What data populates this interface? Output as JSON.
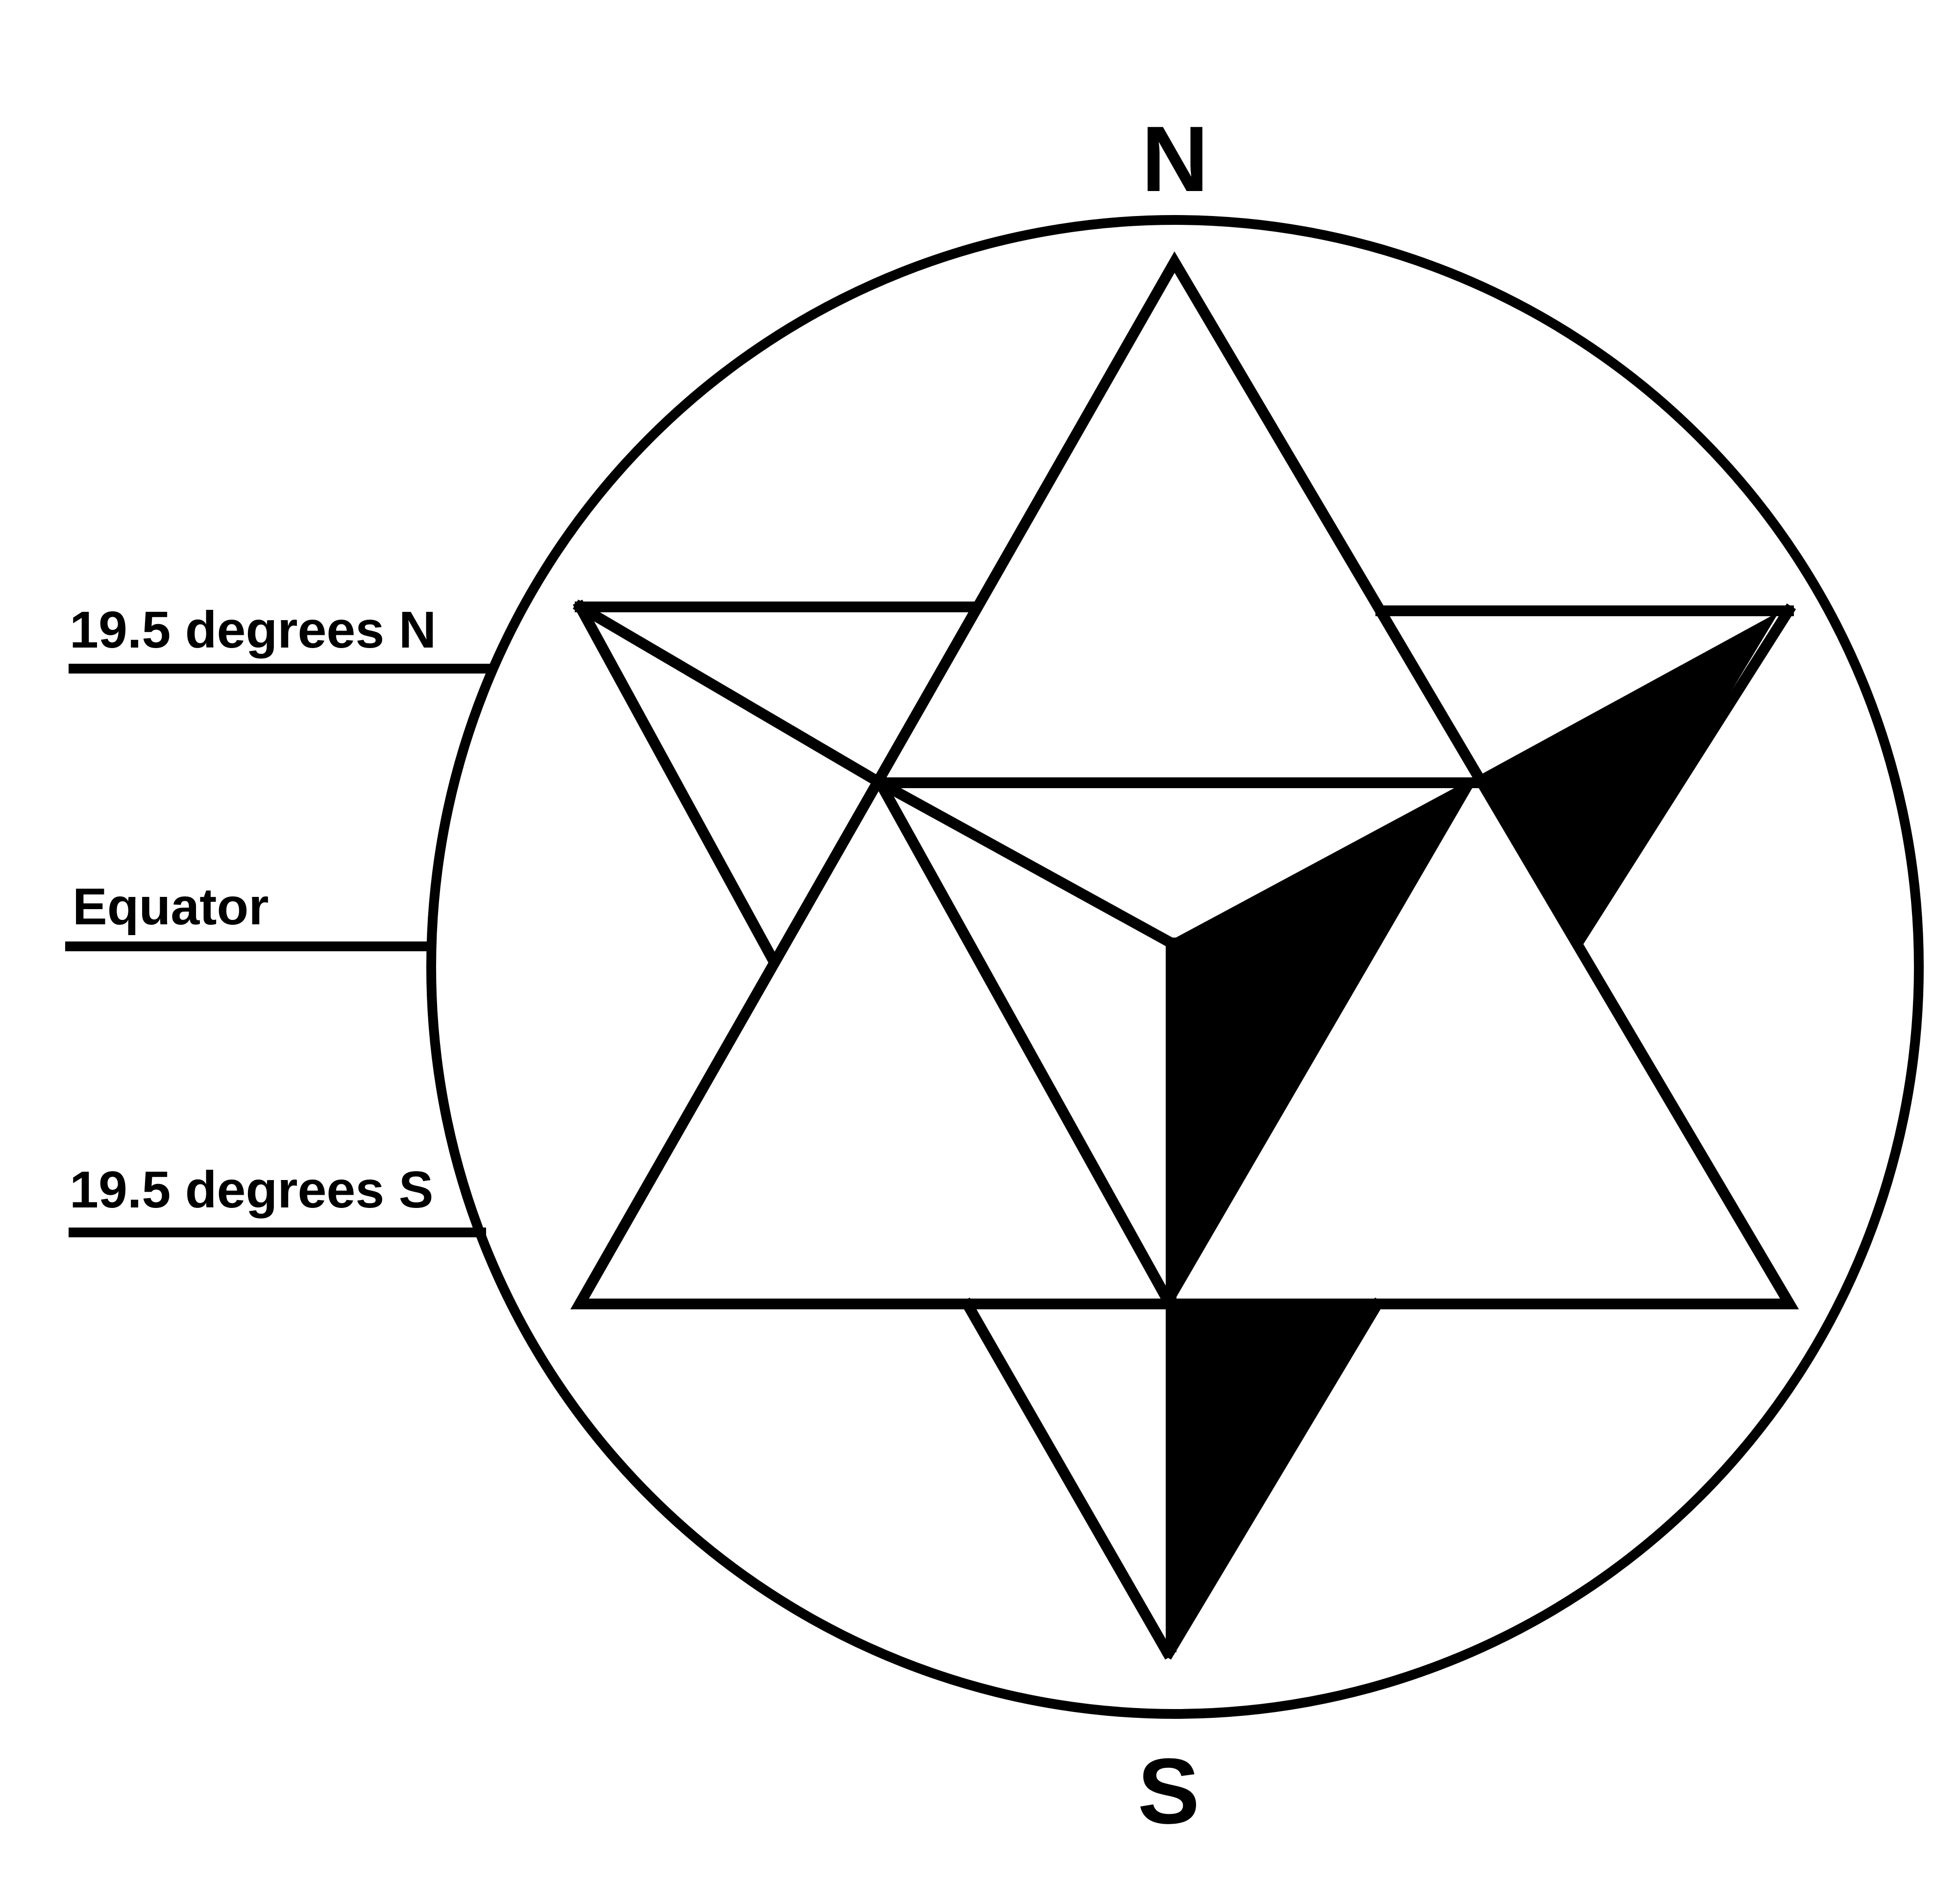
{
  "labels": {
    "north": "N",
    "south": "S",
    "lat_north": "19.5 degrees N",
    "equator": "Equator",
    "lat_south": "19.5 degrees S"
  },
  "colors": {
    "ink": "#000000",
    "background": "#ffffff"
  }
}
